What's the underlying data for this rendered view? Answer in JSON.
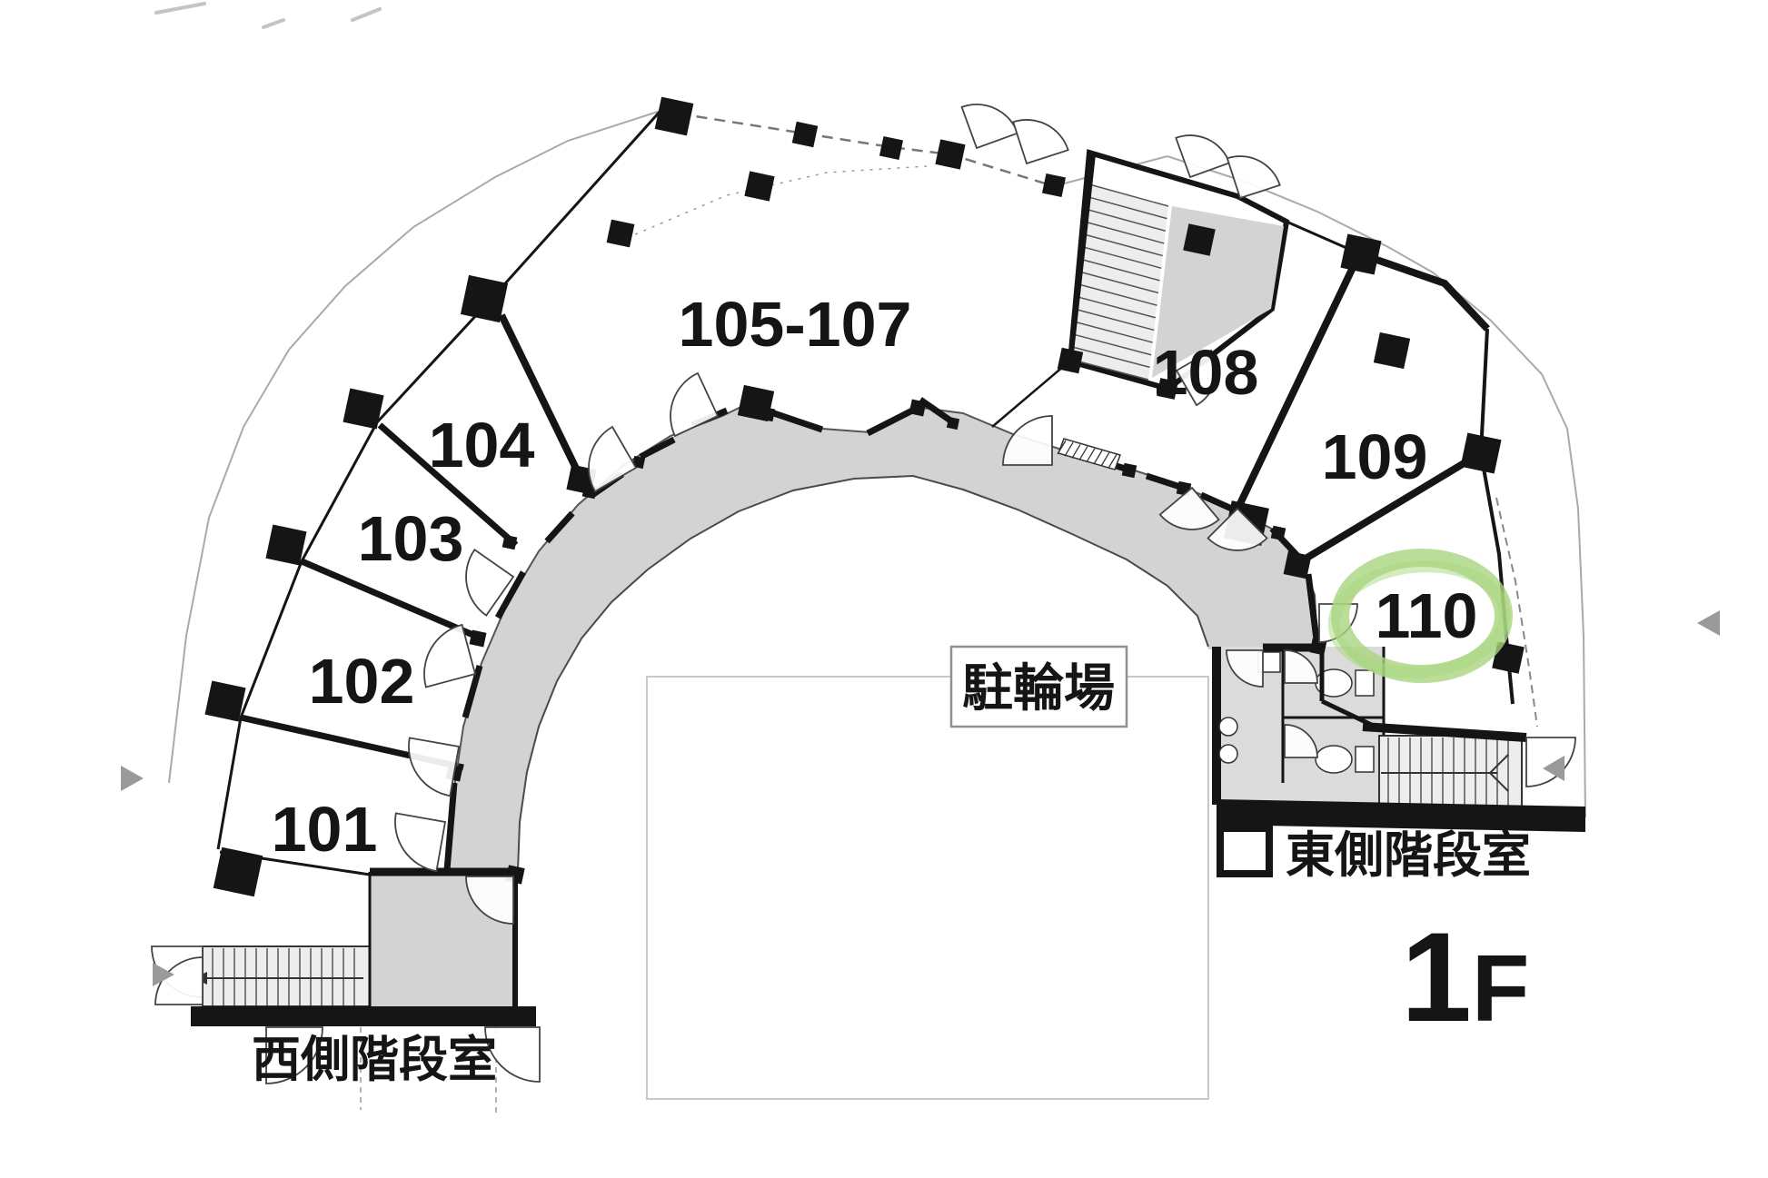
{
  "floor_label": {
    "number": "1",
    "suffix": "F"
  },
  "rooms": [
    {
      "label": "101"
    },
    {
      "label": "102"
    },
    {
      "label": "103"
    },
    {
      "label": "104"
    },
    {
      "label": "105-107"
    },
    {
      "label": "108"
    },
    {
      "label": "109"
    },
    {
      "label": "110",
      "highlighted": true
    }
  ],
  "highlighted_room": "110",
  "areas": {
    "bicycle_parking_label": "駐輪場",
    "west_stairwell_label": "西側階段室",
    "east_stairwell_label": "東側階段室"
  },
  "colors": {
    "wall": "#151515",
    "corridor": "#d3d3d3",
    "stair_fill": "#ededed",
    "service_fill": "#dbdbdb",
    "highlight_green": "#a9d67f",
    "boundary": "#aaaaaa"
  }
}
